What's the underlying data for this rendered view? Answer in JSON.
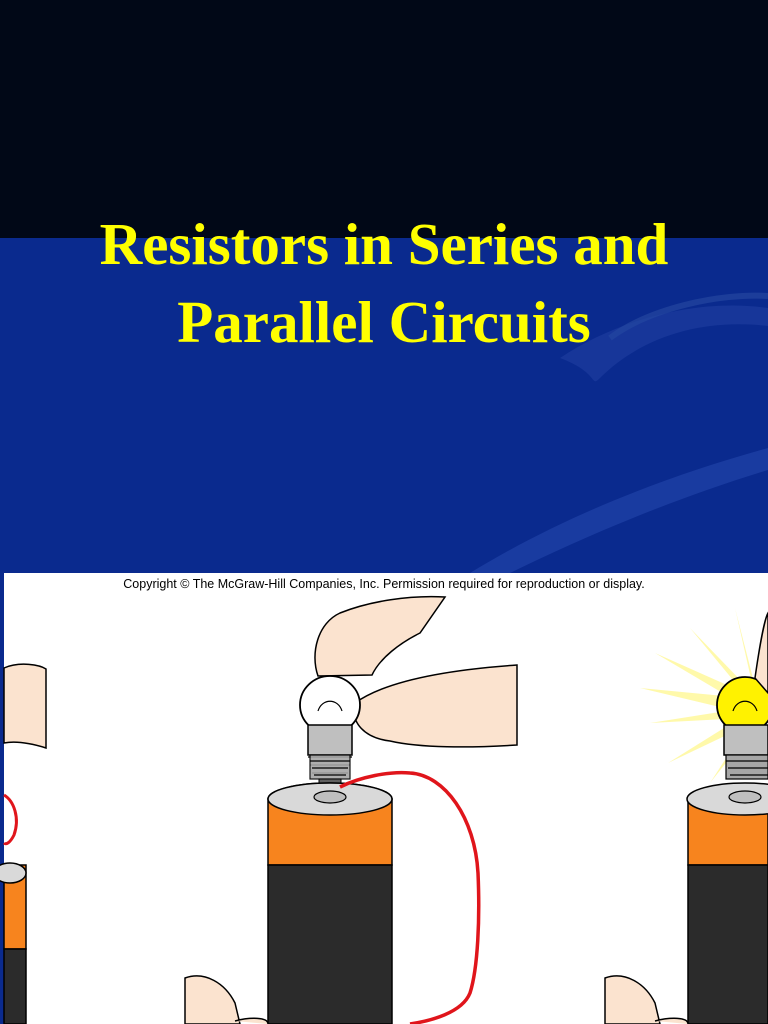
{
  "slide": {
    "title_line1": "Resistors in Series and",
    "title_line2": "Parallel Circuits"
  },
  "figure": {
    "copyright": "Copyright © The McGraw-Hill Companies, Inc. Permission required for reproduction or display.",
    "panels": [
      "partial-left-battery",
      "center-battery-bulb-unlit",
      "right-battery-bulb-lit"
    ]
  },
  "colors": {
    "title": "#ffff00",
    "top_band": "#010817",
    "background": "#0a2a8e",
    "battery_top": "#f7841e",
    "battery_body": "#2b2b2b",
    "wire": "#e0151b",
    "bulb_lit": "#fff200"
  }
}
